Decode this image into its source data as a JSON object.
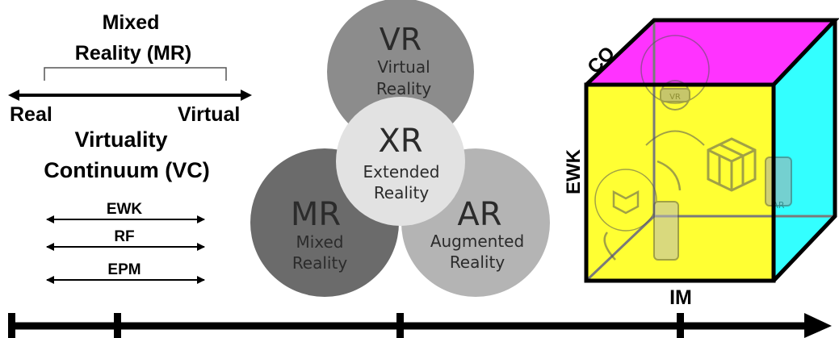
{
  "continuum": {
    "mr_line1": "Mixed",
    "mr_line2": "Reality (MR)",
    "left_label": "Real",
    "right_label": "Virtual",
    "vc_line1": "Virtuality",
    "vc_line2": "Continuum (VC)",
    "dimensions": [
      "EWK",
      "RF",
      "EPM"
    ]
  },
  "venn": {
    "vr": {
      "abbr": "VR",
      "line1": "Virtual",
      "line2": "Reality"
    },
    "xr": {
      "abbr": "XR",
      "line1": "Extended",
      "line2": "Reality"
    },
    "mr": {
      "abbr": "MR",
      "line1": "Mixed",
      "line2": "Reality"
    },
    "ar": {
      "abbr": "AR",
      "line1": "Augmented",
      "line2": "Reality"
    }
  },
  "cube": {
    "top_label": "CO",
    "side_label": "EWK",
    "bottom_label": "IM",
    "icon_labels": {
      "vr": "VR",
      "ar": "AR"
    },
    "colors": {
      "top": "#ff33ff",
      "front": "#ffff33",
      "side": "#33ffff"
    }
  },
  "timeline": {
    "ticks": 4
  }
}
